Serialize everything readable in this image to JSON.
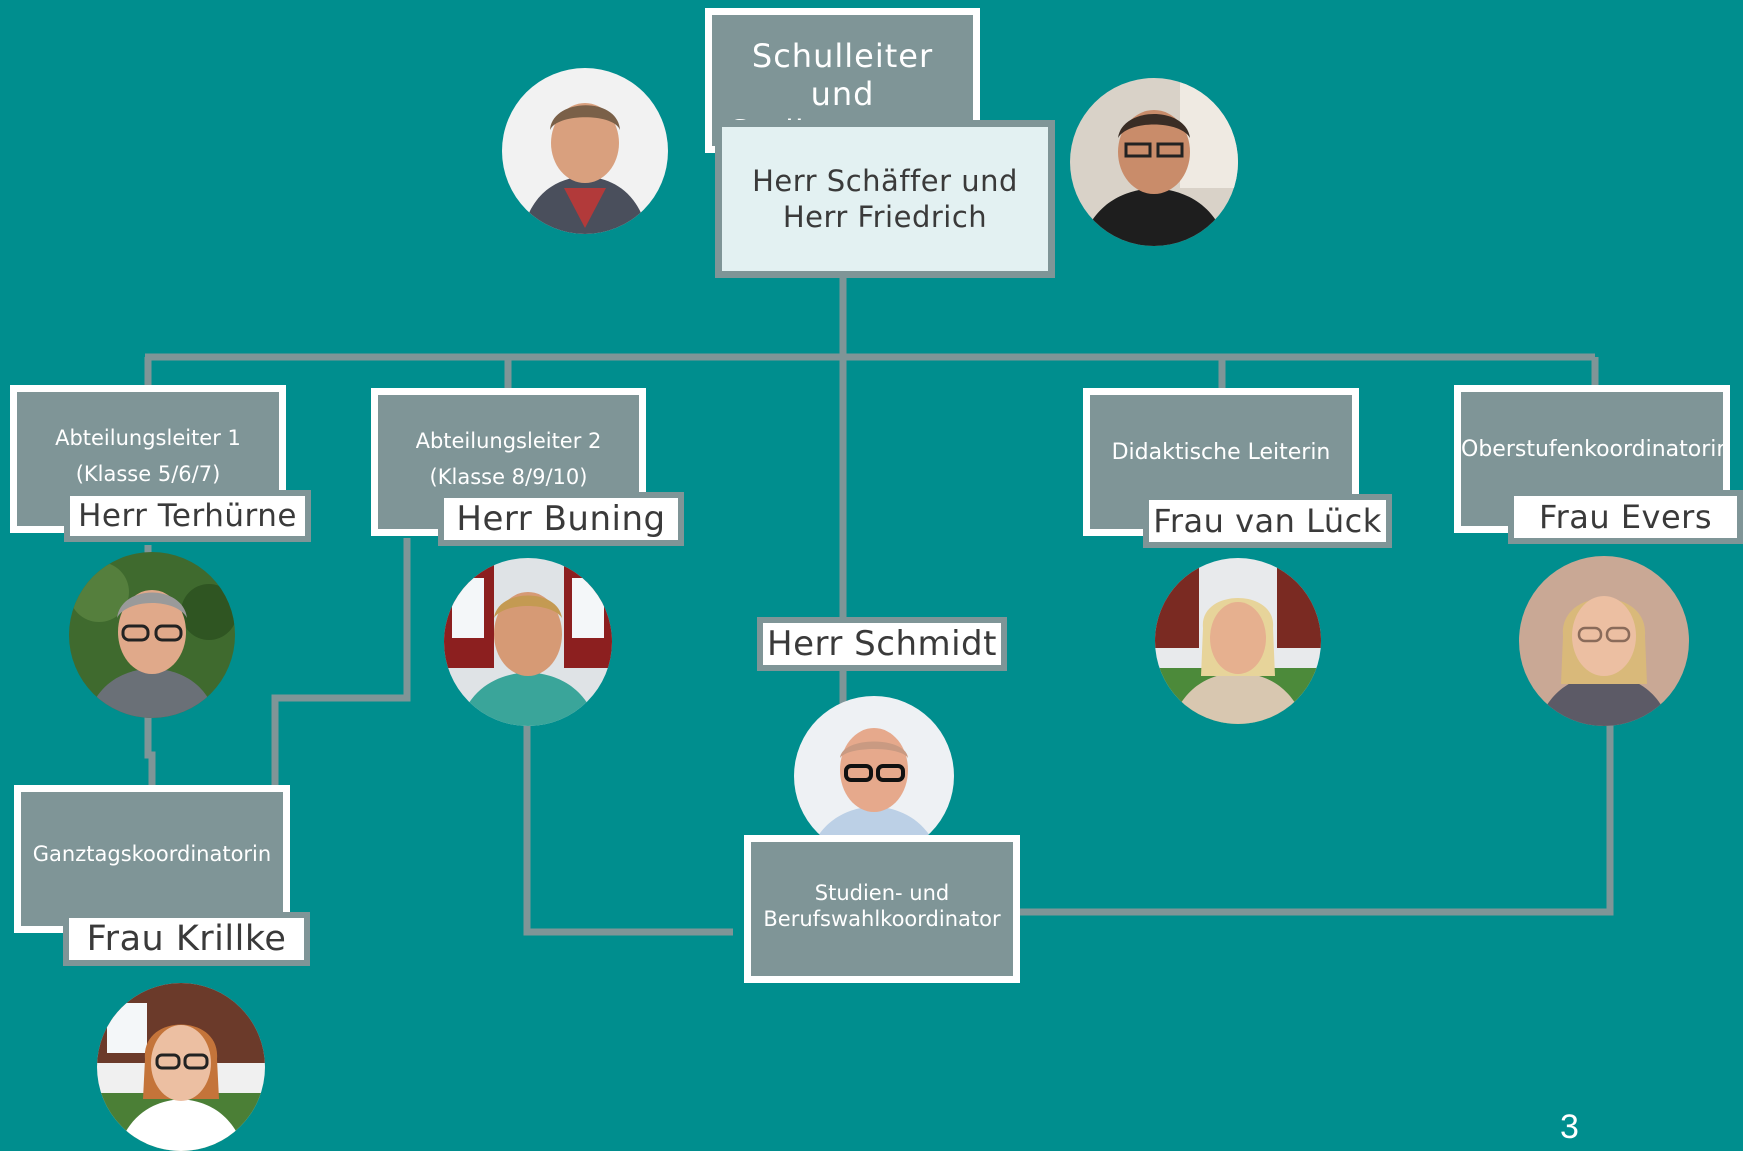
{
  "colors": {
    "background": "#008e8e",
    "box_fill": "#7f9597",
    "box_border": "#ffffff",
    "name_fill": "#ffffff",
    "name_border": "#7f9597",
    "connector": "#7f9597",
    "highlight_fill": "#e3f1f2"
  },
  "top": {
    "title": "Schulleiter und Stellvertreter",
    "names": "Herr Schäffer und Herr Friedrich"
  },
  "roles": {
    "abteilung1": {
      "title_line1": "Abteilungsleiter 1",
      "title_line2": "(Klasse 5/6/7)",
      "name": "Herr Terhürne"
    },
    "abteilung2": {
      "title_line1": "Abteilungsleiter 2",
      "title_line2": "(Klasse 8/9/10)",
      "name": "Herr Buning"
    },
    "didaktik": {
      "title": "Didaktische Leiterin",
      "name": "Frau van Lück"
    },
    "oberstufe": {
      "title": "Oberstufenkoordinatorin",
      "name": "Frau Evers"
    },
    "ganztag": {
      "title": "Ganztagskoordinatorin",
      "name": "Frau Krillke"
    },
    "studien": {
      "title_line1": "Studien- und",
      "title_line2": "Berufswahlkoordinator",
      "name": "Herr Schmidt"
    }
  },
  "photos": {
    "schaeffer": "portrait-photo",
    "friedrich": "portrait-photo",
    "terhuerne": "portrait-photo",
    "buning": "portrait-photo",
    "schmidt": "portrait-photo",
    "vanlueck": "portrait-photo",
    "evers": "portrait-photo",
    "krillke": "portrait-photo"
  },
  "page_number": "3"
}
